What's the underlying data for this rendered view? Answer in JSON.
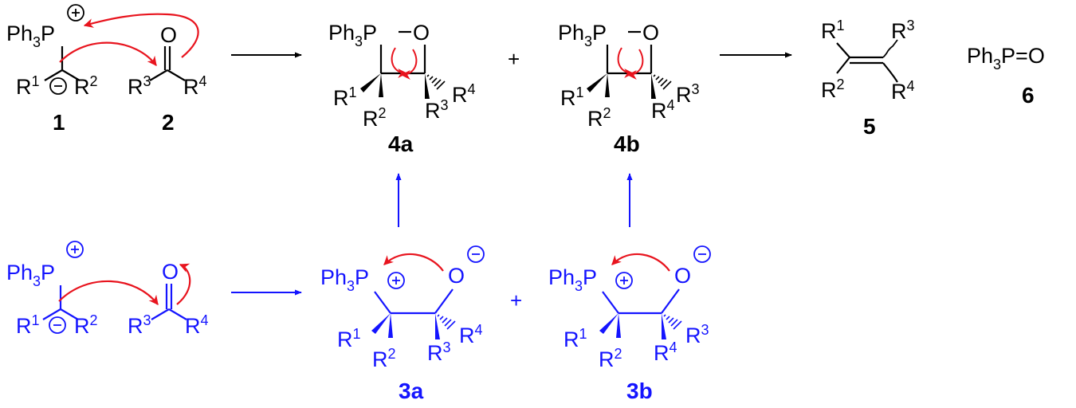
{
  "colors": {
    "black": "#000000",
    "blue": "#1414ff",
    "red": "#e8141e"
  },
  "groups": {
    "ph3p_prefix": "Ph",
    "ph3p_sub": "3",
    "ph3p_suffix": "P",
    "oxygen": "O",
    "ph3po": "P=O",
    "r": "R",
    "n1": "1",
    "n2": "2",
    "n3": "3",
    "n4": "4",
    "plus": "+"
  },
  "labels": {
    "ylide": "1",
    "carbonyl": "2",
    "oxaphosphetane_a": "4a",
    "oxaphosphetane_b": "4b",
    "alkene": "5",
    "phosphine_oxide": "6",
    "betaine_a": "3a",
    "betaine_b": "3b"
  }
}
